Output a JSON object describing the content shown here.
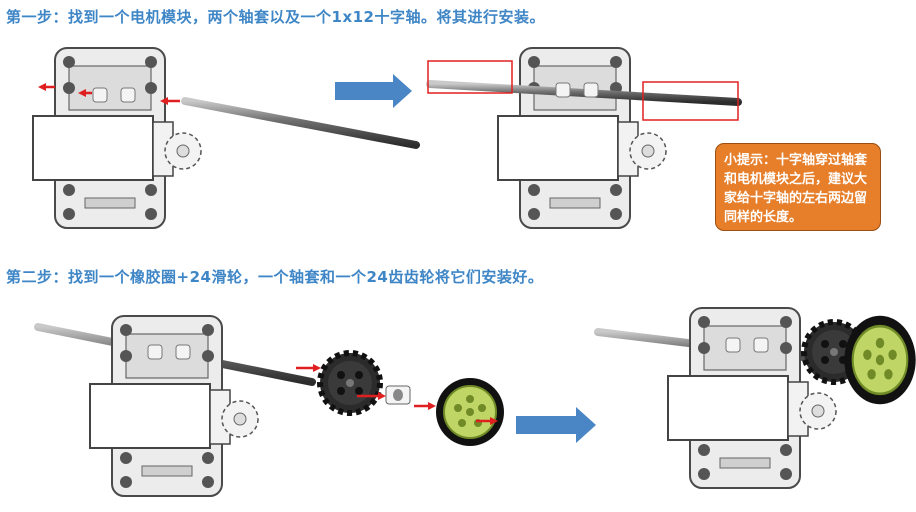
{
  "step1": {
    "title": "第一步：找到一个电机模块，两个轴套以及一个1x12十字轴。将其进行安装。"
  },
  "step2": {
    "title": "第二步：找到一个橡胶圈+24滑轮，一个轴套和一个24齿齿轮将它们安装好。"
  },
  "tip": {
    "text": "小提示：十字轴穿过轴套和电机模块之后，建议大家给十字轴的左右两边留同样的长度。"
  },
  "colors": {
    "title_blue": "#3f86c6",
    "tip_orange": "#e67e2a",
    "arrow_blue": "#4a86c5",
    "indicator_red": "#e02020"
  },
  "icons": [
    "motor-module",
    "axle",
    "bush",
    "gear-24-tooth",
    "wheel-pulley",
    "blue-arrow",
    "red-arrow"
  ]
}
